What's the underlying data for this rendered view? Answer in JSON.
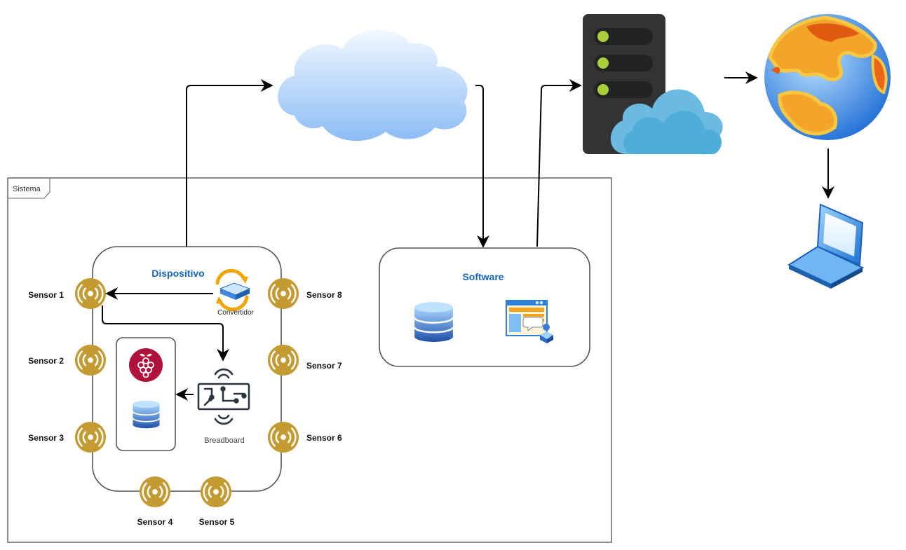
{
  "frame": {
    "label": "Sistema"
  },
  "device": {
    "title": "Dispositivo",
    "converter_label": "Convertidor",
    "breadboard_label": "Breadboard"
  },
  "software": {
    "title": "Software"
  },
  "sensors": [
    {
      "label": "Sensor 1"
    },
    {
      "label": "Sensor 2"
    },
    {
      "label": "Sensor 3"
    },
    {
      "label": "Sensor 4"
    },
    {
      "label": "Sensor 5"
    },
    {
      "label": "Sensor 6"
    },
    {
      "label": "Sensor 7"
    },
    {
      "label": "Sensor 8"
    }
  ],
  "icons": {
    "cloud": "cloud-icon",
    "server": "cloud-server-icon",
    "globe": "globe-icon",
    "laptop": "laptop-icon",
    "sensor": "wireless-sensor-icon",
    "converter": "converter-icon",
    "breadboard": "circuit-board-icon",
    "raspberry": "raspberry-pi-icon",
    "database": "database-icon",
    "web_app": "web-application-icon"
  },
  "colors": {
    "title_blue": "#1565c0",
    "sensor_gold": "#c49a32",
    "frame_gray": "#666666",
    "server_dark": "#333333",
    "server_led": "#a8cf3a",
    "raspberry_red": "#b0123c"
  }
}
